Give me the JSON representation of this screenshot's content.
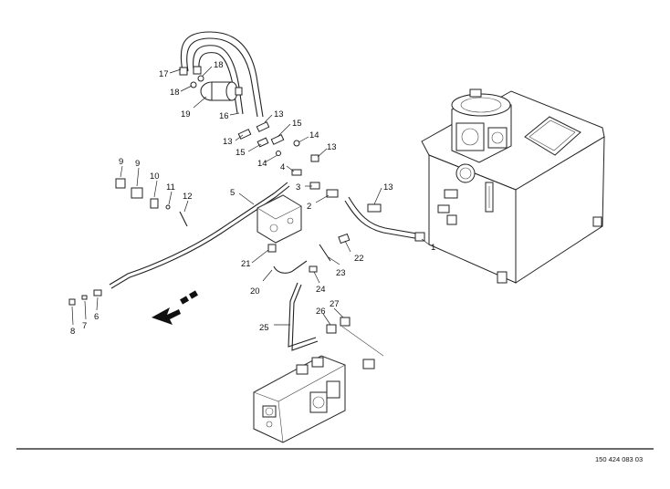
{
  "diagram": {
    "drawing_number": "150 424 083 03",
    "callouts": [
      {
        "id": "c1",
        "text": "1"
      },
      {
        "id": "c2",
        "text": "2"
      },
      {
        "id": "c3",
        "text": "3"
      },
      {
        "id": "c4",
        "text": "4"
      },
      {
        "id": "c5",
        "text": "5"
      },
      {
        "id": "c6",
        "text": "6"
      },
      {
        "id": "c7",
        "text": "7"
      },
      {
        "id": "c8",
        "text": "8"
      },
      {
        "id": "c9a",
        "text": "9"
      },
      {
        "id": "c9b",
        "text": "9"
      },
      {
        "id": "c10",
        "text": "10"
      },
      {
        "id": "c11",
        "text": "11"
      },
      {
        "id": "c12",
        "text": "12"
      },
      {
        "id": "c13a",
        "text": "13"
      },
      {
        "id": "c13b",
        "text": "13"
      },
      {
        "id": "c13c",
        "text": "13"
      },
      {
        "id": "c13d",
        "text": "13"
      },
      {
        "id": "c14a",
        "text": "14"
      },
      {
        "id": "c14b",
        "text": "14"
      },
      {
        "id": "c15a",
        "text": "15"
      },
      {
        "id": "c15b",
        "text": "15"
      },
      {
        "id": "c16",
        "text": "16"
      },
      {
        "id": "c17",
        "text": "17"
      },
      {
        "id": "c18a",
        "text": "18"
      },
      {
        "id": "c18b",
        "text": "18"
      },
      {
        "id": "c19",
        "text": "19"
      },
      {
        "id": "c20",
        "text": "20"
      },
      {
        "id": "c21",
        "text": "21"
      },
      {
        "id": "c22",
        "text": "22"
      },
      {
        "id": "c23",
        "text": "23"
      },
      {
        "id": "c24",
        "text": "24"
      },
      {
        "id": "c25",
        "text": "25"
      },
      {
        "id": "c26",
        "text": "26"
      },
      {
        "id": "c27",
        "text": "27"
      }
    ]
  }
}
